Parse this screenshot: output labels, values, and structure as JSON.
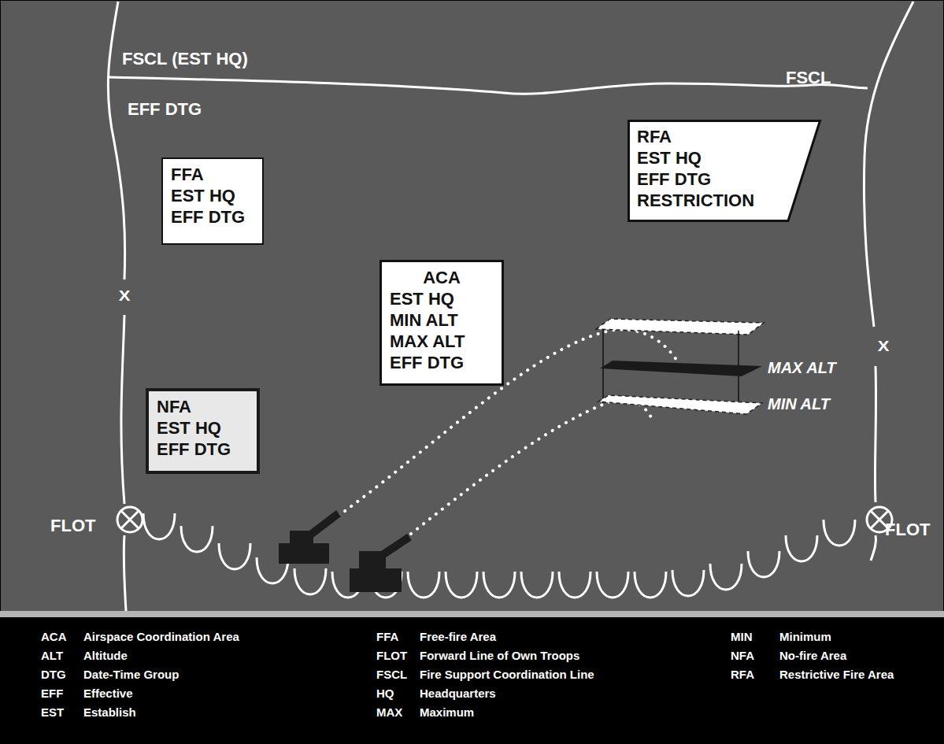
{
  "diagram": {
    "nodes": [
      {
        "text": [
          "FFA",
          "EST HQ",
          "EFF DTG"
        ]
      },
      {
        "text": [
          "RFA",
          "EST HQ",
          "EFF DTG",
          "RESTRICTION"
        ]
      },
      {
        "text": [
          "ACA",
          "EST HQ",
          "MIN ALT",
          "MAX ALT",
          "EFF DTG"
        ]
      },
      {
        "text": [
          "NFA",
          "EST HQ",
          "EFF DTG"
        ]
      }
    ],
    "labels": [
      "FSCL (EST HQ)",
      "EFF DTG",
      "FSCL",
      "X",
      "X",
      "MAX ALT",
      "MIN ALT",
      "FLOT",
      "FLOT",
      "ACA",
      "Airspace Coordination Area",
      "ALT",
      "Altitude",
      "DTG",
      "Date-Time Group",
      "EFF",
      "Effective",
      "EST",
      "Establish",
      "FFA",
      "Free-fire Area",
      "FLOT",
      "Forward Line of Own Troops",
      "FSCL",
      "Fire Support Coordination Line",
      "HQ",
      "Headquarters",
      "MAX",
      "Maximum",
      "MIN",
      "Minimum",
      "NFA",
      "No-fire Area",
      "RFA",
      "Restrictive Fire Area"
    ]
  }
}
